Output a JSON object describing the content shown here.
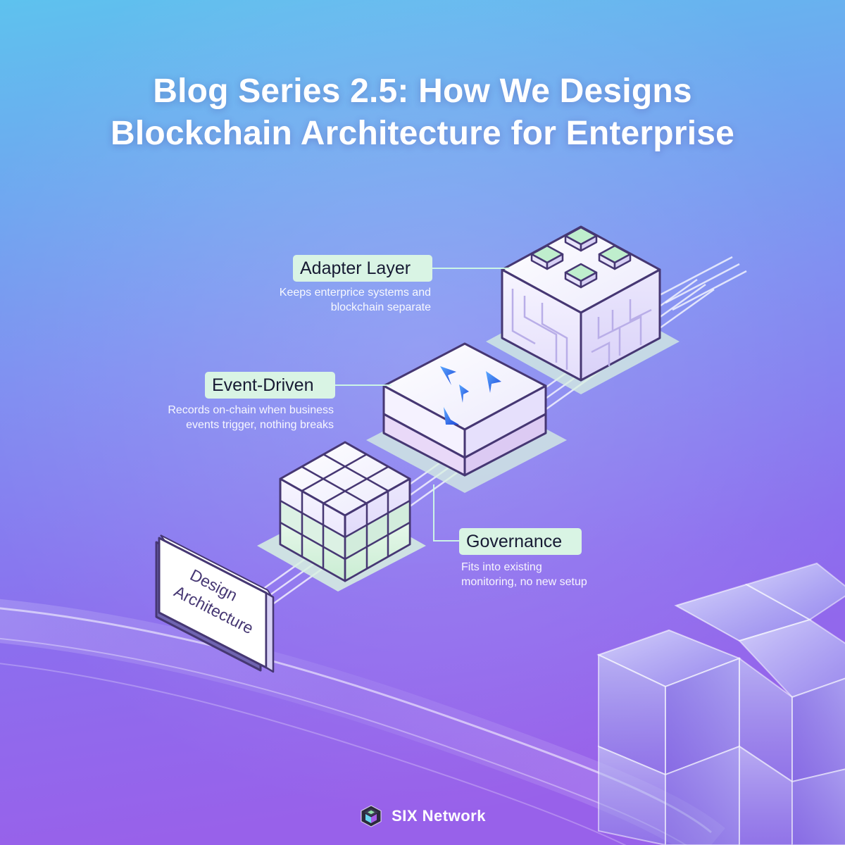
{
  "title": {
    "line1": "Blog Series 2.5: How We Designs",
    "line2": "Blockchain Architecture for Enterprise"
  },
  "layers": [
    {
      "label": "Adapter Layer",
      "description_line1": "Keeps enterprice systems and",
      "description_line2": "blockchain separate"
    },
    {
      "label": "Event-Driven",
      "description_line1": "Records on-chain when business",
      "description_line2": "events trigger, nothing breaks"
    },
    {
      "label": "Governance",
      "description_line1": "Fits into existing",
      "description_line2": "monitoring, no new setup"
    }
  ],
  "design_block": {
    "line1": "Design",
    "line2": "Architecture"
  },
  "brand": {
    "name": "SIX Network"
  },
  "colors": {
    "background_top": "#5ec2ee",
    "background_mid": "#7f7cf0",
    "background_bottom": "#9561ea",
    "pill_green": "#d9f4e4",
    "outline": "#463773",
    "accent_blue": "#2f63f0"
  }
}
